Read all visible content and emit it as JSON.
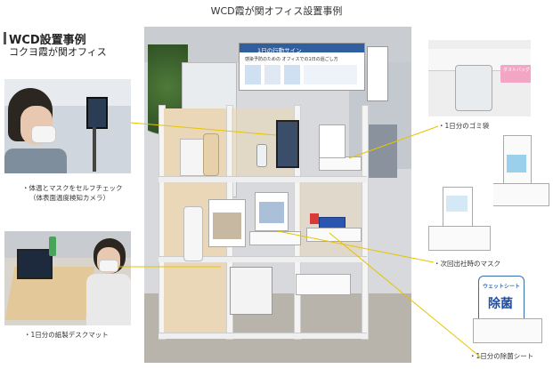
{
  "title": "WCD霞が関オフィス設置事例",
  "section": {
    "title": "WCD設置事例",
    "subtitle": "コクヨ霞が関オフィス"
  },
  "left_captions": {
    "camera_line1": "・体温とマスクをセルフチェック",
    "camera_line2": "（体表面温度検知カメラ）",
    "desk_mat": "・1日分の紙製デスクマット"
  },
  "right_captions": {
    "trash_bag": "・1日分のゴミ袋",
    "mask": "・次回出社時のマスク",
    "wipes": "・1日分の除菌シート"
  },
  "sign": {
    "header": "1日の行動サイン",
    "line1": "感染予防のための オフィスでの1日の過ごし方"
  },
  "trash_label": {
    "text": "ダストバッグ"
  },
  "wipes_pack": {
    "small": "ウェットシート",
    "big": "除菌"
  },
  "colors": {
    "callout_line": "#e6c400",
    "accent_blue": "#2f5f9e",
    "sign_pink": "#f2a6c4"
  }
}
